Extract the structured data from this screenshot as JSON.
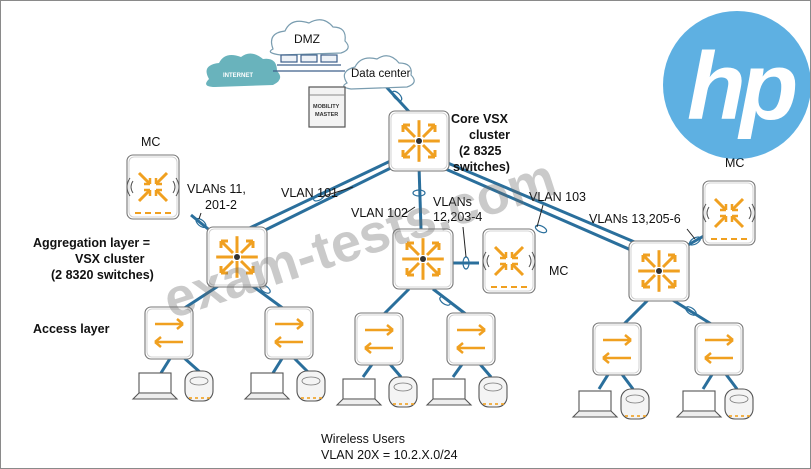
{
  "diagram": {
    "cloud_internet": "INTERNET",
    "cloud_dmz": "DMZ",
    "cloud_datacenter": "Data center",
    "mobility_master_line1": "MOBILITY",
    "mobility_master_line2": "MASTER",
    "core_label": [
      "Core VSX",
      "cluster",
      "(2 8325",
      "switches)"
    ],
    "aggregation_label": [
      "Aggregation layer =",
      "VSX cluster",
      "(2 8320 switches)"
    ],
    "access_label": "Access layer",
    "mc_left": "MC",
    "mc_center": "MC",
    "mc_right": "MC",
    "vlans_left": [
      "VLANs 11,",
      "201-2"
    ],
    "vlan_101": "VLAN 101",
    "vlan_102": "VLAN 102",
    "vlans_center": [
      "VLANs",
      "12,203-4"
    ],
    "vlan_103": "VLAN 103",
    "vlans_right": "VLANs 13,205-6",
    "wireless_users": [
      "Wireless Users",
      "VLAN 20X = 10.2.X.0/24"
    ],
    "watermark": "exam-tests.com",
    "logo_text": "hp"
  },
  "colors": {
    "router_orange": "#f0a020",
    "switch_orange": "#f0a020",
    "link_blue": "#2a6f9c",
    "logo_blue": "#1a8fd6",
    "internet_teal": "#4fa6b0"
  }
}
